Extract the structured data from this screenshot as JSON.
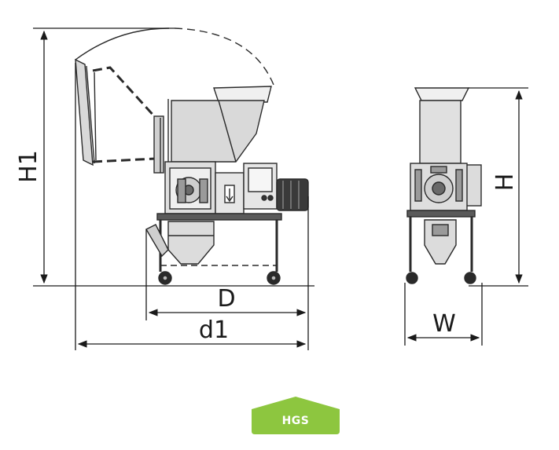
{
  "dimensions": {
    "h1": "H1",
    "d": "D",
    "d1": "d1",
    "h": "H",
    "w": "W"
  },
  "badge": {
    "label": "HGS",
    "color": "#8dc63f",
    "text_color": "#ffffff"
  },
  "machine_colors": {
    "line": "#2a2a2a",
    "body_fill": "#e6e6e6",
    "dark_fill": "#4a4a4a",
    "motor_fill": "#3a3a3a"
  }
}
